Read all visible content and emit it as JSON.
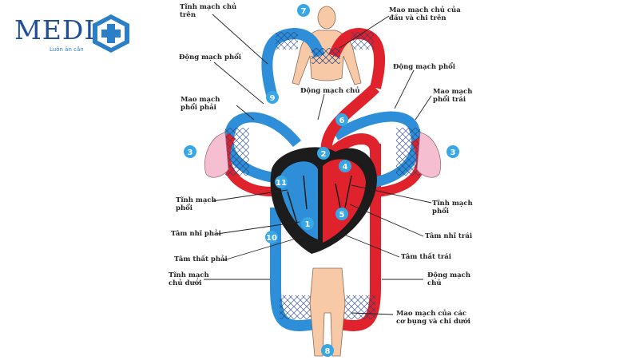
{
  "logo": {
    "text": "MEDI",
    "tagline": "Luôn ân cần"
  },
  "labels": {
    "svc_upper": "Tĩnh mạch chủ\ntrên",
    "cap_head": "Mao mạch chủ của\nđầu và chi trên",
    "pulm_artery_left": "Động mạch phổi",
    "pulm_artery_right": "Động mạch phổi",
    "cap_lung_right": "Mao mạch\nphổi phải",
    "cap_lung_left": "Mao mạch\nphổi trái",
    "aorta_top": "Động mạch chủ",
    "pulm_vein_left": "Tĩnh mạch\nphổi",
    "pulm_vein_right": "Tĩnh mạch\nphổi",
    "right_atrium": "Tâm nhĩ phải",
    "left_atrium": "Tâm nhĩ trái",
    "right_ventricle": "Tâm thất phải",
    "left_ventricle": "Tâm thất trái",
    "ivc_lower": "Tĩnh mạch\nchủ dưới",
    "aorta_lower": "Động mạch\nchủ",
    "cap_lower": "Mao mạch của các\ncơ bụng và chi dưới"
  },
  "numbers": {
    "n7": "7",
    "n9": "9",
    "n6": "6",
    "n3a": "3",
    "n3b": "3",
    "n2": "2",
    "n4": "4",
    "n11": "11",
    "n5": "5",
    "n1": "1",
    "n10": "10",
    "n8": "8"
  },
  "colors": {
    "artery": "#e0222d",
    "vein": "#2e8fd8",
    "heart_dark": "#1c1c1c",
    "badge": "#38a7e6",
    "skin": "#f8c9a6",
    "lung": "#f6bfd1",
    "logo_cross": "#2b7fc7"
  }
}
